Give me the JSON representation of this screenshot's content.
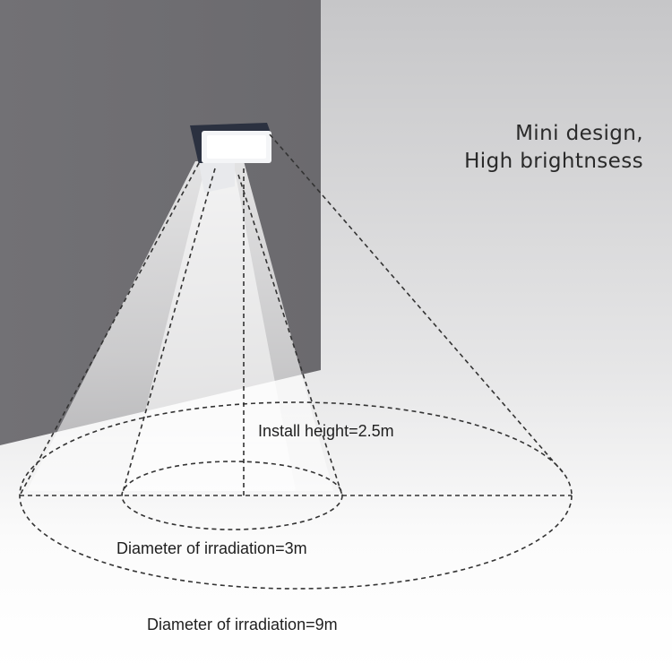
{
  "headline": {
    "line1": "Mini design,",
    "line2": "High brightnsess"
  },
  "annotations": {
    "install_height": "Install height=2.5m",
    "inner_diameter": "Diameter of irradiation=3m",
    "outer_diameter": "Diameter of irradiation=9m"
  },
  "colors": {
    "wall": "#77767a",
    "background_top": "#c9c9cb",
    "background_bottom": "#ffffff",
    "dash_line": "#333333",
    "lamp_body": "#f4f5f7",
    "solar_panel": "#2b3140"
  }
}
